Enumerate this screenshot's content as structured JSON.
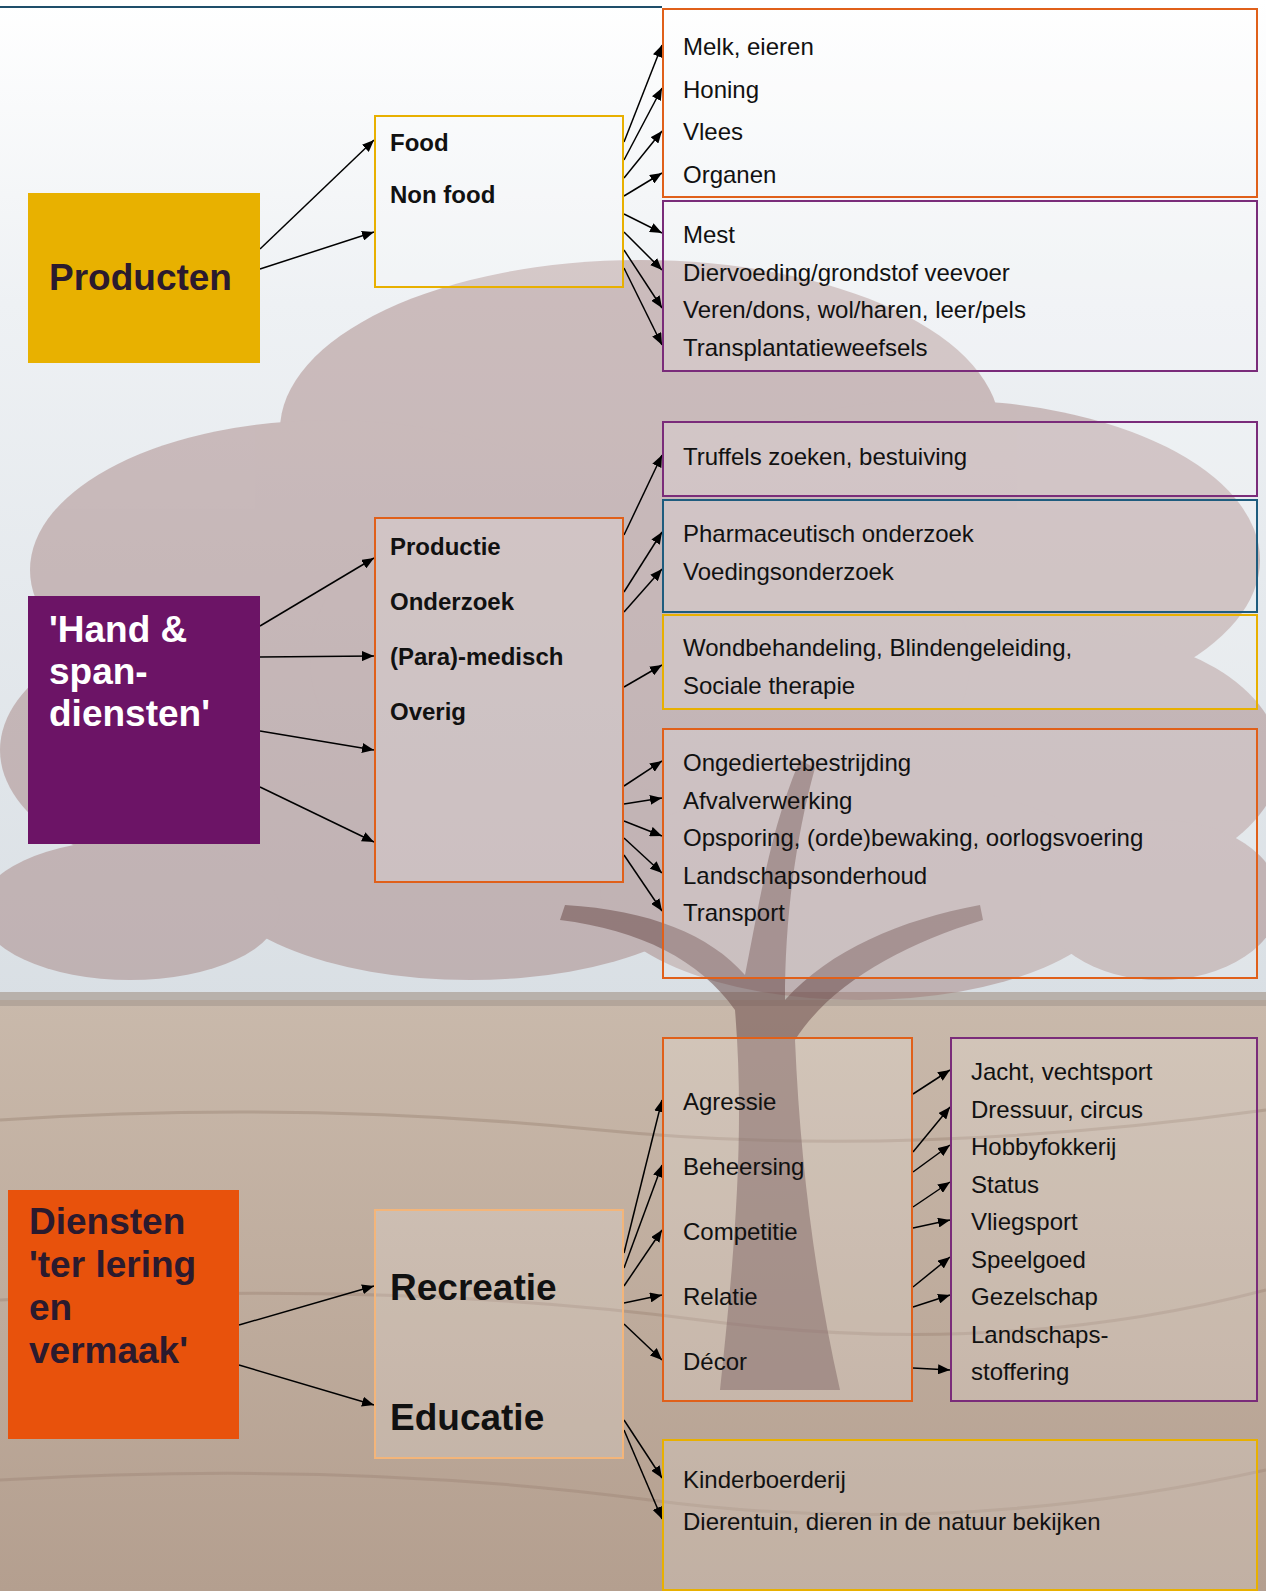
{
  "diagram": {
    "nodes": [
      {
        "text": [
          "Producten"
        ]
      },
      {
        "text": [
          "'Hand & span- diensten'"
        ]
      },
      {
        "text": [
          "Diensten 'ter lering en vermaak'"
        ]
      },
      {
        "text": [
          "Food",
          "Non food"
        ]
      },
      {
        "text": [
          "Productie",
          "Onderzoek",
          "(Para)-medisch",
          "Overig"
        ]
      },
      {
        "text": [
          "Recreatie",
          "Educatie"
        ]
      },
      {
        "text": [
          "Melk, eieren",
          "Honing",
          "Vlees",
          "Organen"
        ]
      },
      {
        "text": [
          "Mest",
          "Diervoeding/grondstof veevoer",
          "Veren/dons, wol/haren, leer/pels",
          "Transplantatieweefsels"
        ]
      },
      {
        "text": [
          "Truffels zoeken, bestuiving"
        ]
      },
      {
        "text": [
          "Pharmaceutisch onderzoek",
          "Voedingsonderzoek"
        ]
      },
      {
        "text": [
          "Wondbehandeling, Blindengeleiding, Sociale therapie"
        ]
      },
      {
        "text": [
          "Ongediertebestrijding",
          "Afvalverwerking",
          "Opsporing, (orde)bewaking, oorlogsvoering",
          "Landschapsonderhoud",
          "Transport"
        ]
      },
      {
        "text": [
          "Agressie",
          "Beheersing",
          "Competitie",
          "Relatie",
          "Décor"
        ]
      },
      {
        "text": [
          "Jacht, vechtsport",
          "Dressuur, circus",
          "Hobbyfokkerij",
          "Status",
          "Vliegsport",
          "Speelgoed",
          "Gezelschap",
          "Landschaps- stoffering"
        ]
      },
      {
        "text": [
          "Kinderboerderij",
          "Dierentuin, dieren in de natuur bekijken"
        ]
      }
    ],
    "edges": [
      {
        "from": 0,
        "to": 3,
        "arrow": "to"
      },
      {
        "from": 0,
        "to": 3,
        "arrow": "to"
      },
      {
        "from": 1,
        "to": 4,
        "arrow": "to"
      },
      {
        "from": 1,
        "to": 4,
        "arrow": "to"
      },
      {
        "from": 1,
        "to": 4,
        "arrow": "to"
      },
      {
        "from": 1,
        "to": 4,
        "arrow": "to"
      },
      {
        "from": 2,
        "to": 5,
        "arrow": "to"
      },
      {
        "from": 2,
        "to": 5,
        "arrow": "to"
      },
      {
        "from": 3,
        "to": 6,
        "arrow": "to"
      },
      {
        "from": 3,
        "to": 6,
        "arrow": "to"
      },
      {
        "from": 3,
        "to": 6,
        "arrow": "to"
      },
      {
        "from": 3,
        "to": 6,
        "arrow": "to"
      },
      {
        "from": 3,
        "to": 7,
        "arrow": "to"
      },
      {
        "from": 3,
        "to": 7,
        "arrow": "to"
      },
      {
        "from": 3,
        "to": 7,
        "arrow": "to"
      },
      {
        "from": 3,
        "to": 7,
        "arrow": "to"
      },
      {
        "from": 4,
        "to": 8,
        "arrow": "to"
      },
      {
        "from": 4,
        "to": 9,
        "arrow": "to"
      },
      {
        "from": 4,
        "to": 9,
        "arrow": "to"
      },
      {
        "from": 4,
        "to": 10,
        "arrow": "to"
      },
      {
        "from": 4,
        "to": 11,
        "arrow": "to"
      },
      {
        "from": 4,
        "to": 11,
        "arrow": "to"
      },
      {
        "from": 4,
        "to": 11,
        "arrow": "to"
      },
      {
        "from": 4,
        "to": 11,
        "arrow": "to"
      },
      {
        "from": 4,
        "to": 11,
        "arrow": "to"
      },
      {
        "from": 5,
        "to": 12,
        "arrow": "to"
      },
      {
        "from": 5,
        "to": 12,
        "arrow": "to"
      },
      {
        "from": 5,
        "to": 12,
        "arrow": "to"
      },
      {
        "from": 5,
        "to": 12,
        "arrow": "to"
      },
      {
        "from": 5,
        "to": 12,
        "arrow": "to"
      },
      {
        "from": 5,
        "to": 14,
        "arrow": "to"
      },
      {
        "from": 5,
        "to": 14,
        "arrow": "to"
      },
      {
        "from": 12,
        "to": 13,
        "arrow": "to"
      },
      {
        "from": 12,
        "to": 13,
        "arrow": "to"
      },
      {
        "from": 12,
        "to": 13,
        "arrow": "to"
      },
      {
        "from": 12,
        "to": 13,
        "arrow": "to"
      },
      {
        "from": 12,
        "to": 13,
        "arrow": "to"
      },
      {
        "from": 12,
        "to": 13,
        "arrow": "to"
      },
      {
        "from": 12,
        "to": 13,
        "arrow": "to"
      },
      {
        "from": 12,
        "to": 13,
        "arrow": "to"
      }
    ]
  }
}
